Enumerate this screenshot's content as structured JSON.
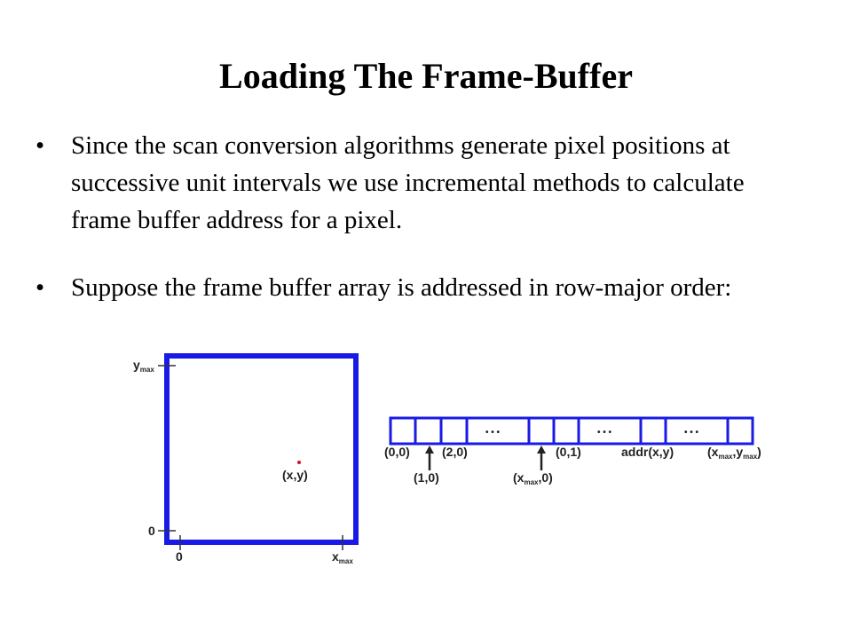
{
  "slide": {
    "title": "Loading The Frame-Buffer",
    "bullet_char": "•",
    "bullets": [
      {
        "text": "Since the scan conversion algorithms generate pixel positions at successive unit intervals we use incremental methods to calculate frame buffer address for a pixel."
      },
      {
        "text": "Suppose the frame buffer array is addressed in row-major order:"
      }
    ]
  },
  "screen_diagram": {
    "y_axis_top": "y",
    "y_axis_top_sub": "max",
    "y_axis_zero": "0",
    "x_axis_zero": "0",
    "x_axis_right": "x",
    "x_axis_right_sub": "max",
    "point_label": "(x,y)",
    "frame_color": "#1a1ae6",
    "point_color": "#d01030"
  },
  "memory_diagram": {
    "ellipsis": "• • •",
    "labels": {
      "cell_00": "(0,0)",
      "cell_10": "(1,0)",
      "cell_20": "(2,0)",
      "xmax0_pre": "(x",
      "xmax0_sub": "max",
      "xmax0_post": ",0)",
      "cell_01": "(0,1)",
      "addr": "addr(x,y)",
      "last_pre": "(x",
      "last_sub1": "max",
      "last_mid": ",y",
      "last_sub2": "max",
      "last_post": ")"
    },
    "cell_color": "#1a1ae6"
  }
}
